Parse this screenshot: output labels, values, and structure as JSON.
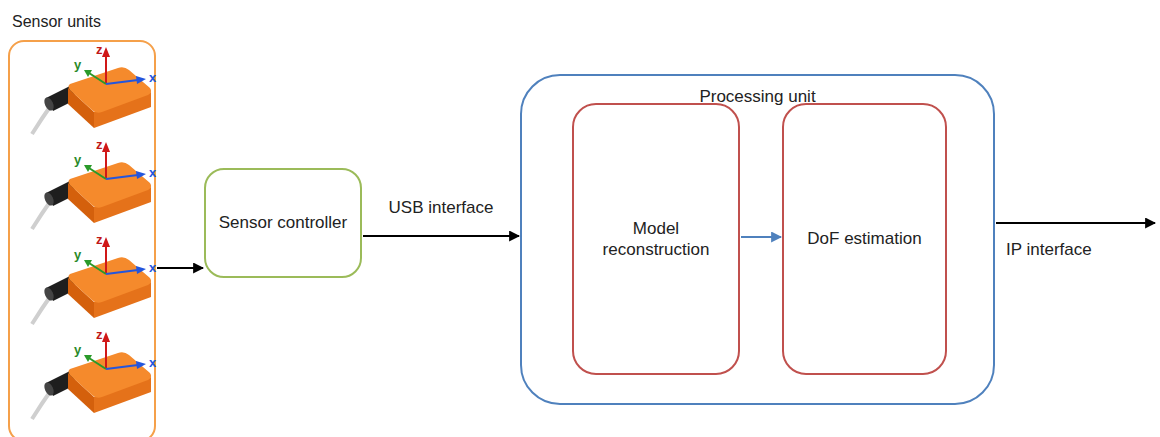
{
  "diagram": {
    "nodes": [
      {
        "text": [
          "Sensor units"
        ]
      },
      {
        "text": [
          "Sensor controller"
        ]
      },
      {
        "text": [
          "Processing unit"
        ]
      },
      {
        "text": [
          "Model reconstruction"
        ],
        "in": 2
      },
      {
        "text": [
          "DoF estimation"
        ],
        "in": 2
      }
    ],
    "edges": [
      {
        "from": 0,
        "to": 1,
        "arrow": "to"
      },
      {
        "from": 1,
        "to": 2,
        "label": "USB interface",
        "arrow": "to"
      },
      {
        "from": 3,
        "to": 4,
        "arrow": "to"
      }
    ],
    "labels": [
      "z",
      "y",
      "x",
      "z",
      "y",
      "x",
      "z",
      "y",
      "x",
      "z",
      "y",
      "x",
      "IP interface"
    ]
  }
}
